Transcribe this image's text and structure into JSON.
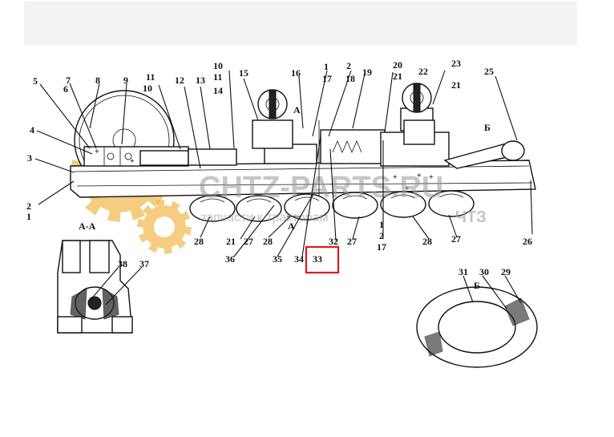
{
  "watermark": {
    "brand": "CHTZ-PARTS.RU",
    "tagline": "запчасти к тракторам",
    "mark": "ЧТЗ",
    "gear_color": "#f0b84a",
    "text_color": "#9a9a9a"
  },
  "highlight": {
    "label": "33",
    "color": "#e0191f"
  },
  "section_titles": {
    "section_aa": "А-А",
    "view_b": "Б"
  },
  "labels": {
    "l1a": "1",
    "l2a": "2",
    "l3": "3",
    "l4": "4",
    "l5": "5",
    "l6": "6",
    "l7": "7",
    "l8": "8",
    "l9": "9",
    "l10a": "10",
    "l11a": "11",
    "l10b": "10",
    "l11b": "11",
    "l14": "14",
    "l12": "12",
    "l13": "13",
    "l15": "15",
    "l16": "16",
    "l1b": "1",
    "l17a": "17",
    "l2b": "2",
    "l18": "18",
    "l19": "19",
    "l20": "20",
    "l21a": "21",
    "l22": "22",
    "l23": "23",
    "l21b": "21",
    "l25": "25",
    "lB1": "Б",
    "lA1": "А",
    "l28a": "28",
    "l21c": "21",
    "l27a": "27",
    "l28b": "28",
    "lA2": "А",
    "l36": "36",
    "l35": "35",
    "l34": "34",
    "l32": "32",
    "l27b": "27",
    "l1c": "1",
    "l2c": "2",
    "l17b": "17",
    "l28c": "28",
    "l27c": "27",
    "l26": "26",
    "l38": "38",
    "l37": "37",
    "l31": "31",
    "l30": "30",
    "l29": "29",
    "lB2": "Б"
  }
}
